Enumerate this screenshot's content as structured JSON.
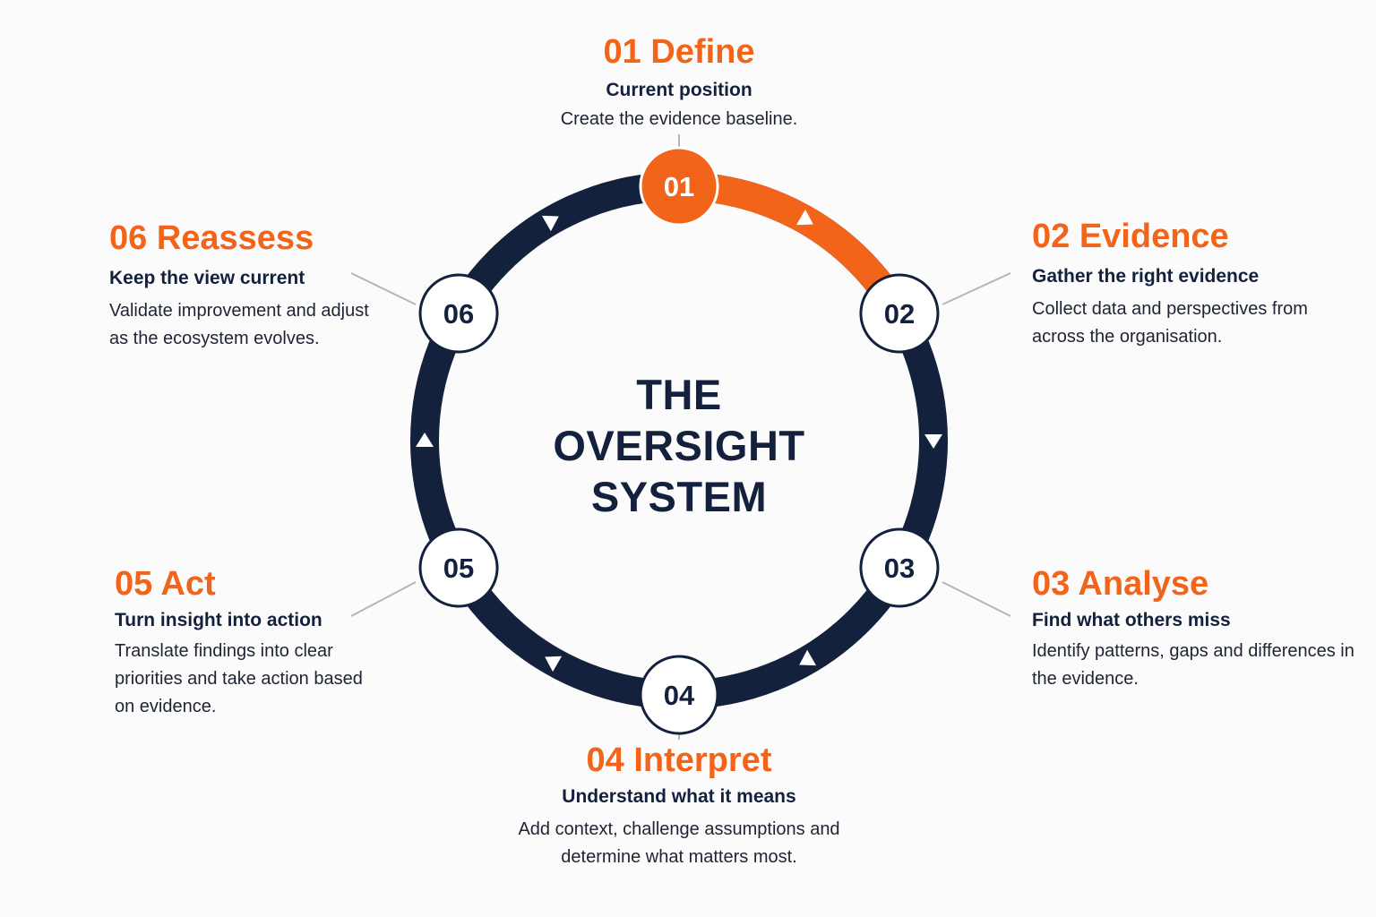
{
  "title": {
    "line1": "THE",
    "line2": "OVERSIGHT",
    "line3": "SYSTEM"
  },
  "colors": {
    "accent": "#f26419",
    "navy": "#14213d",
    "connector": "#b5b5b5",
    "background": "#fbfbfb"
  },
  "steps": [
    {
      "number": "01",
      "heading": "01 Define",
      "subheading": "Current position",
      "description": "Create the evidence baseline.",
      "active": true
    },
    {
      "number": "02",
      "heading": "02 Evidence",
      "subheading": "Gather the right evidence",
      "description": "Collect data and perspectives from across the organisation.",
      "active": false
    },
    {
      "number": "03",
      "heading": "03 Analyse",
      "subheading": "Find what others miss",
      "description": "Identify patterns, gaps and differences in the evidence.",
      "active": false
    },
    {
      "number": "04",
      "heading": "04 Interpret",
      "subheading": "Understand what it means",
      "description": "Add context, challenge assumptions and determine what matters most.",
      "active": false
    },
    {
      "number": "05",
      "heading": "05 Act",
      "subheading": "Turn insight into action",
      "description": "Translate findings into clear priorities and take action based on evidence.",
      "active": false
    },
    {
      "number": "06",
      "heading": "06 Reassess",
      "subheading": "Keep the view current",
      "description": "Validate improvement and adjust as the ecosystem evolves.",
      "active": false
    }
  ],
  "cycle": {
    "direction": "clockwise",
    "arrow_icon": "triangle-arrow-icon",
    "highlighted_segment": "01-02"
  }
}
